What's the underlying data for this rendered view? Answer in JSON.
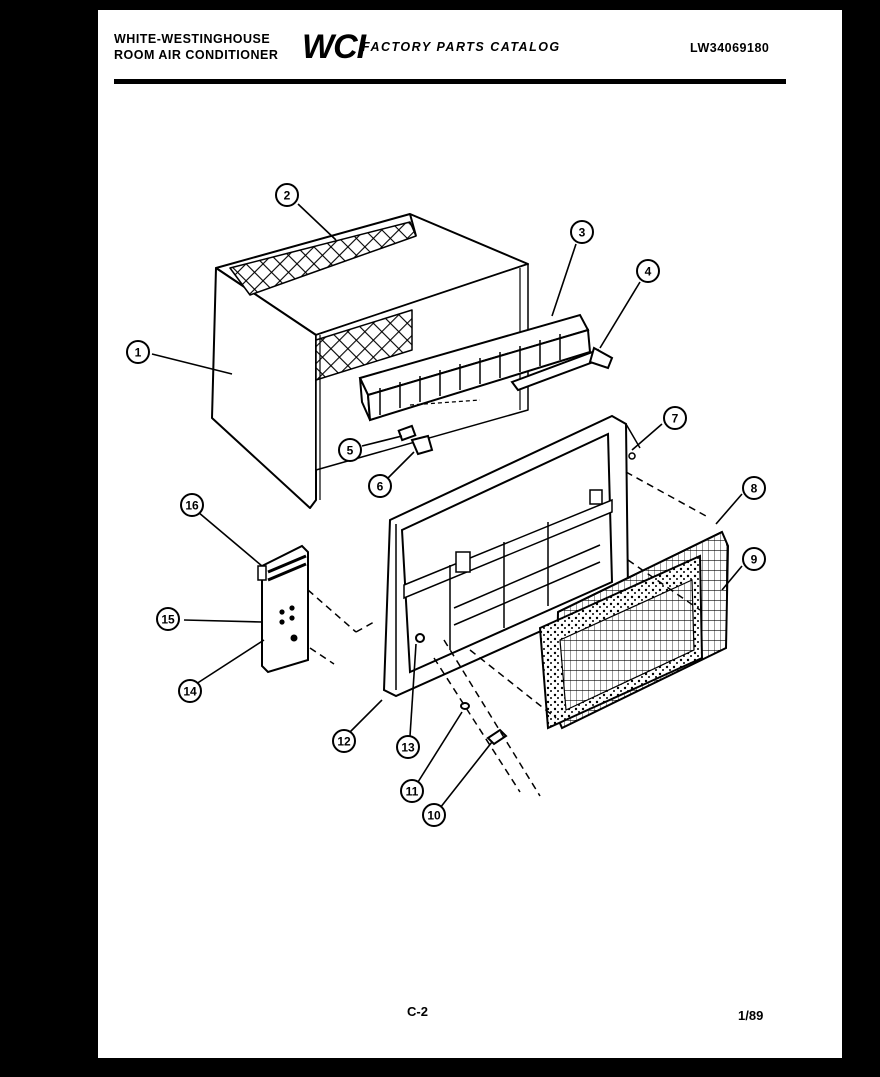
{
  "header": {
    "brand_line1": "WHITE-WESTINGHOUSE",
    "brand_line2": "ROOM AIR CONDITIONER",
    "logo": "WCI",
    "catalog_title": "FACTORY PARTS CATALOG",
    "model_number": "LW34069180"
  },
  "footer": {
    "page_number": "C-2",
    "date": "1/89"
  },
  "callouts": [
    "1",
    "2",
    "3",
    "4",
    "5",
    "6",
    "7",
    "8",
    "9",
    "10",
    "11",
    "12",
    "13",
    "14",
    "15",
    "16"
  ]
}
